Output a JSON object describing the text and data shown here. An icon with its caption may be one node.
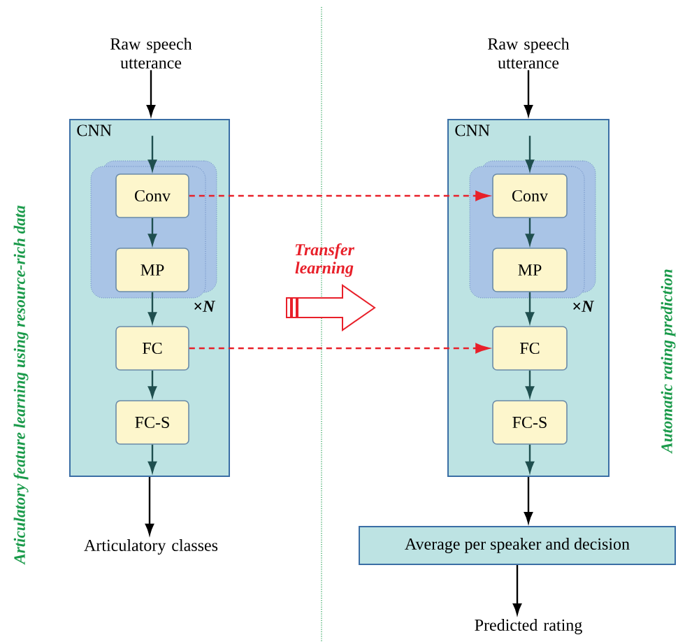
{
  "diagram": {
    "nodes": [
      {
        "text": [
          "Raw speech utterance"
        ]
      },
      {
        "text": [
          "CNN"
        ]
      },
      {
        "text": [],
        "shape": "box",
        "in": 1,
        "beside": [
          "×*N*"
        ]
      },
      {
        "text": [
          "Conv"
        ],
        "in": 2
      },
      {
        "text": [
          "MP"
        ],
        "in": 2
      },
      {
        "text": [
          "FC"
        ],
        "in": 1
      },
      {
        "text": [
          "FC-S"
        ],
        "in": 1
      },
      {
        "text": [
          "Articulatory classes"
        ]
      },
      {
        "text": [
          "Raw speech utterance"
        ]
      },
      {
        "text": [
          "CNN"
        ]
      },
      {
        "text": [],
        "shape": "box",
        "in": 9,
        "beside": [
          "×*N*"
        ]
      },
      {
        "text": [
          "Conv"
        ],
        "in": 10
      },
      {
        "text": [
          "MP"
        ],
        "in": 10
      },
      {
        "text": [
          "FC"
        ],
        "in": 9
      },
      {
        "text": [
          "FC-S"
        ],
        "in": 9
      },
      {
        "text": [
          "Average per speaker and decision"
        ]
      },
      {
        "text": [
          "Predicted rating"
        ]
      }
    ],
    "edges": [
      {
        "from": 0,
        "to": 1,
        "arrow": "to",
        "color": "#000000"
      },
      {
        "from": null,
        "to": 3,
        "arrow": "to"
      },
      {
        "from": 3,
        "to": 4,
        "arrow": "to"
      },
      {
        "from": 4,
        "to": 5,
        "arrow": "to"
      },
      {
        "from": 5,
        "to": 6,
        "arrow": "to"
      },
      {
        "from": 6,
        "to": null,
        "arrow": "to"
      },
      {
        "from": 1,
        "to": 7,
        "arrow": "to",
        "color": "#000000"
      },
      {
        "from": 8,
        "to": 9,
        "arrow": "to",
        "color": "#000000"
      },
      {
        "from": null,
        "to": 11,
        "arrow": "to"
      },
      {
        "from": 11,
        "to": 12,
        "arrow": "to"
      },
      {
        "from": 12,
        "to": 13,
        "arrow": "to"
      },
      {
        "from": 13,
        "to": 14,
        "arrow": "to"
      },
      {
        "from": 14,
        "to": null,
        "arrow": "to"
      },
      {
        "from": 9,
        "to": 15,
        "arrow": "to",
        "color": "#000000"
      },
      {
        "from": 15,
        "to": 16,
        "arrow": "to",
        "color": "#000000"
      },
      {
        "from": 3,
        "to": 11,
        "arrow": "to",
        "style": "dashed",
        "color": "#e8202a"
      },
      {
        "from": 5,
        "to": 13,
        "arrow": "to",
        "style": "dashed",
        "color": "#e8202a"
      }
    ],
    "labels": [
      "Articulatory feature learning using resource-rich data",
      "Transfer learning",
      "Automatic rating prediction"
    ]
  }
}
